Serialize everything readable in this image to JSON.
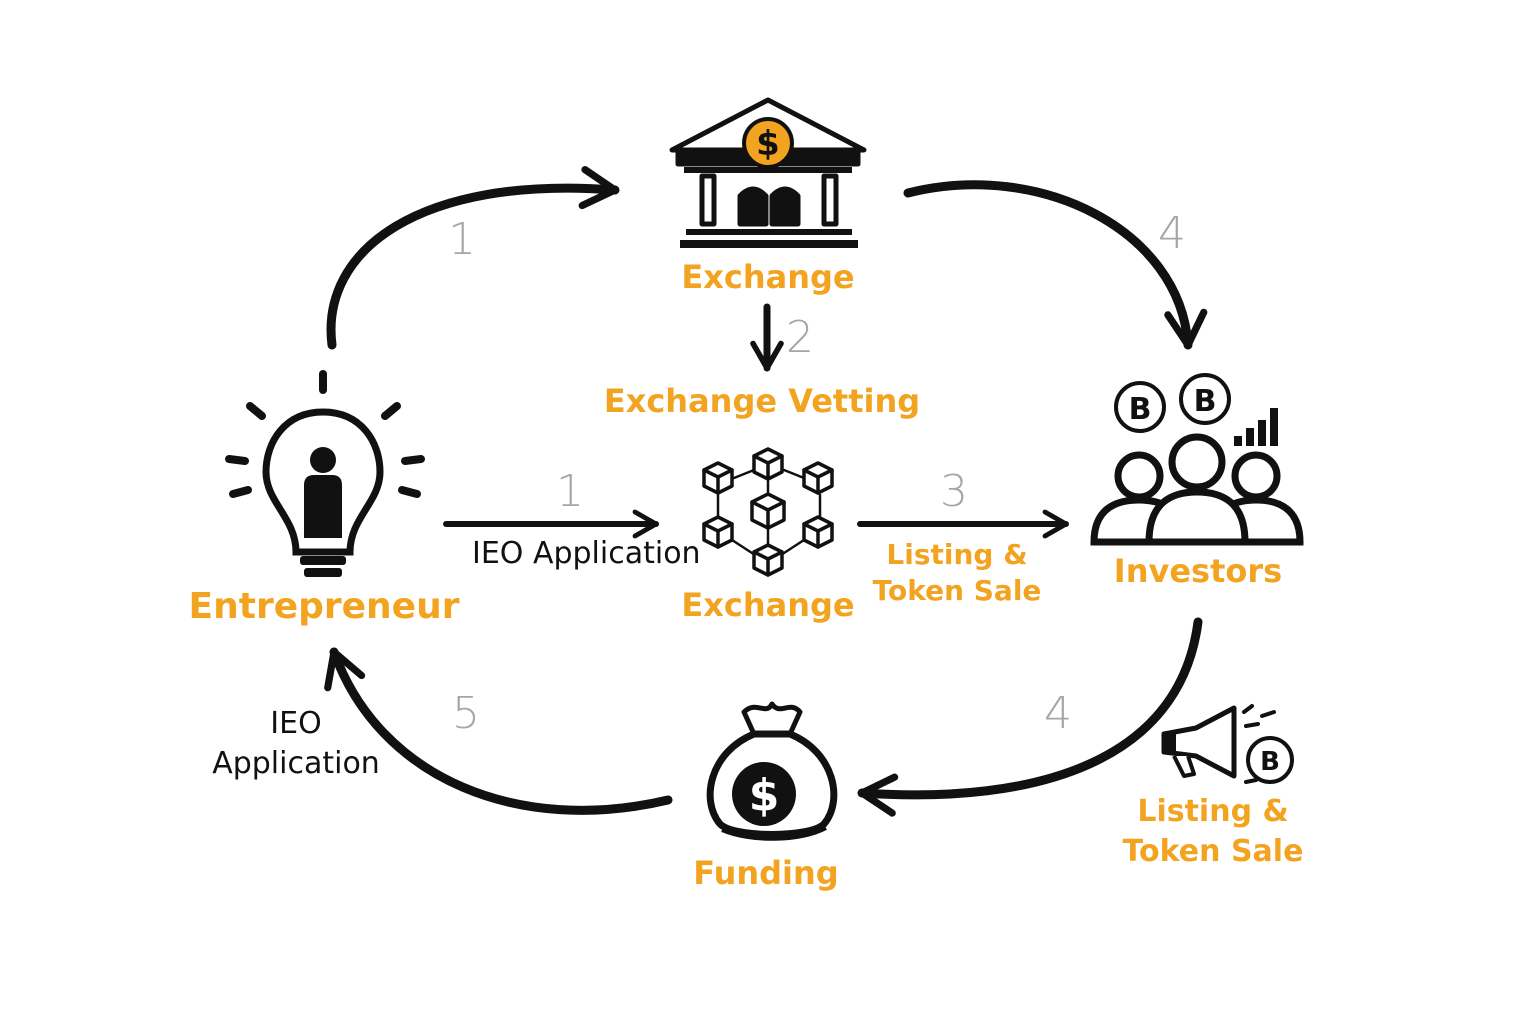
{
  "colors": {
    "accent": "#f2a320",
    "ink": "#111111",
    "step_number": "#a6a6a6",
    "background": "#ffffff"
  },
  "nodes": {
    "exchange_top": {
      "label": "Exchange",
      "icon": "bank-icon"
    },
    "exchange_vetting": {
      "label": "Exchange Vetting"
    },
    "entrepreneur": {
      "label": "Entrepreneur",
      "icon": "lightbulb-person-icon"
    },
    "exchange_mid": {
      "label": "Exchange",
      "icon": "blockchain-network-icon"
    },
    "investors": {
      "label": "Investors",
      "icon": "investors-group-icon"
    },
    "funding": {
      "label": "Funding",
      "icon": "money-bag-icon"
    },
    "listing_right": {
      "line1": "Listing &",
      "line2": "Token Sale",
      "icon": "megaphone-bitcoin-icon"
    }
  },
  "edges": {
    "top_left": {
      "step": "1"
    },
    "vetting": {
      "step": "2"
    },
    "mid_left": {
      "step": "1",
      "label": "IEO Application"
    },
    "mid_right": {
      "step": "3",
      "line1": "Listing &",
      "line2": "Token Sale"
    },
    "top_right": {
      "step": "4"
    },
    "bottom_right": {
      "step": "4"
    },
    "bottom_left": {
      "step": "5",
      "line1": "IEO",
      "line2": "Application"
    }
  },
  "coins": {
    "symbol": "B"
  },
  "money": {
    "symbol": "$"
  }
}
